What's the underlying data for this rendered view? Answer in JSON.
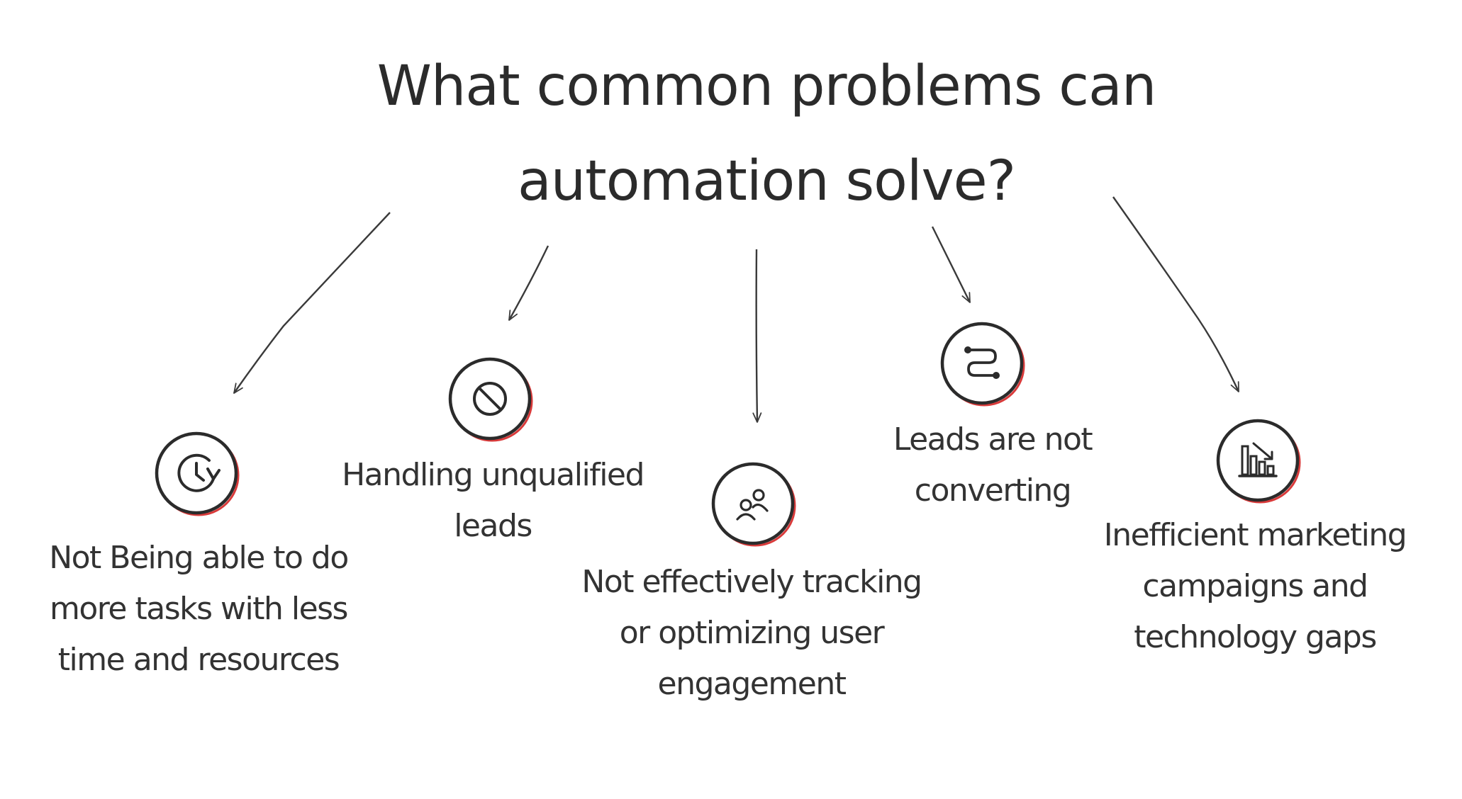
{
  "title": "What common problems can automation solve?",
  "colors": {
    "ink": "#2b2b2b",
    "accent": "#d93a3a",
    "background": "#ffffff"
  },
  "problems": [
    {
      "label": "Not Being able to do more tasks with less time and resources",
      "icon": "clock-refresh-icon"
    },
    {
      "label": "Handling unqualified leads",
      "icon": "prohibited-icon"
    },
    {
      "label": "Not effectively tracking or optimizing user engagement",
      "icon": "users-icon"
    },
    {
      "label": "Leads are not converting",
      "icon": "route-icon"
    },
    {
      "label": "Inefficient marketing campaigns and technology gaps",
      "icon": "chart-declining-icon"
    }
  ]
}
